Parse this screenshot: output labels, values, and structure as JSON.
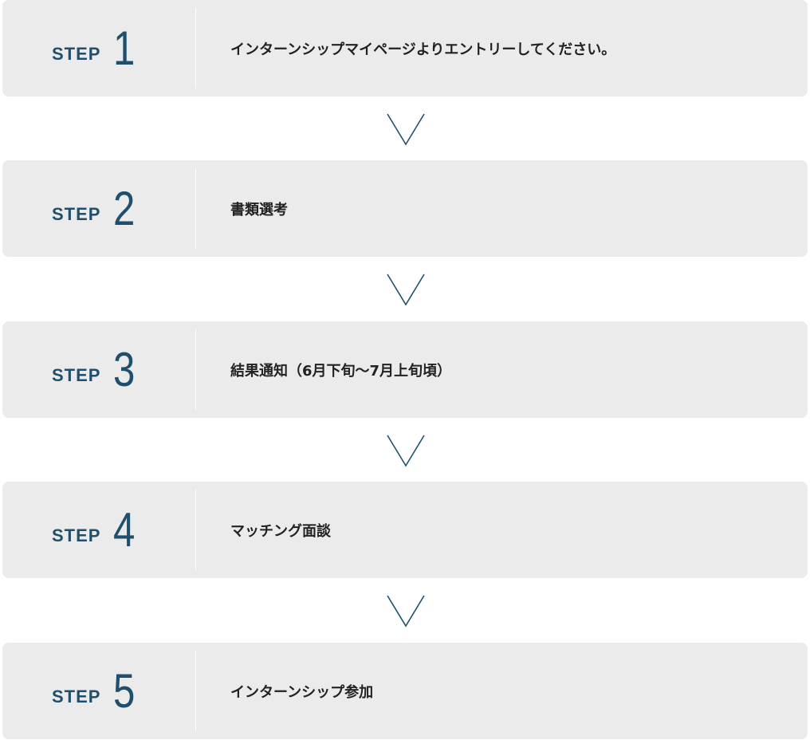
{
  "steps": [
    {
      "label": "STEP",
      "number": "1",
      "text": "インターンシップマイページよりエントリーしてください。"
    },
    {
      "label": "STEP",
      "number": "2",
      "text": "書類選考"
    },
    {
      "label": "STEP",
      "number": "3",
      "text": "結果通知（6月下旬〜7月上旬頃）"
    },
    {
      "label": "STEP",
      "number": "4",
      "text": "マッチング面談"
    },
    {
      "label": "STEP",
      "number": "5",
      "text": "インターンシップ参加"
    }
  ],
  "colors": {
    "accent": "#1f4f6c",
    "box_background": "#ebebeb",
    "text": "#222222",
    "arrow": "#1f4f6c"
  },
  "icons": {
    "arrow": "chevron-down-icon"
  }
}
